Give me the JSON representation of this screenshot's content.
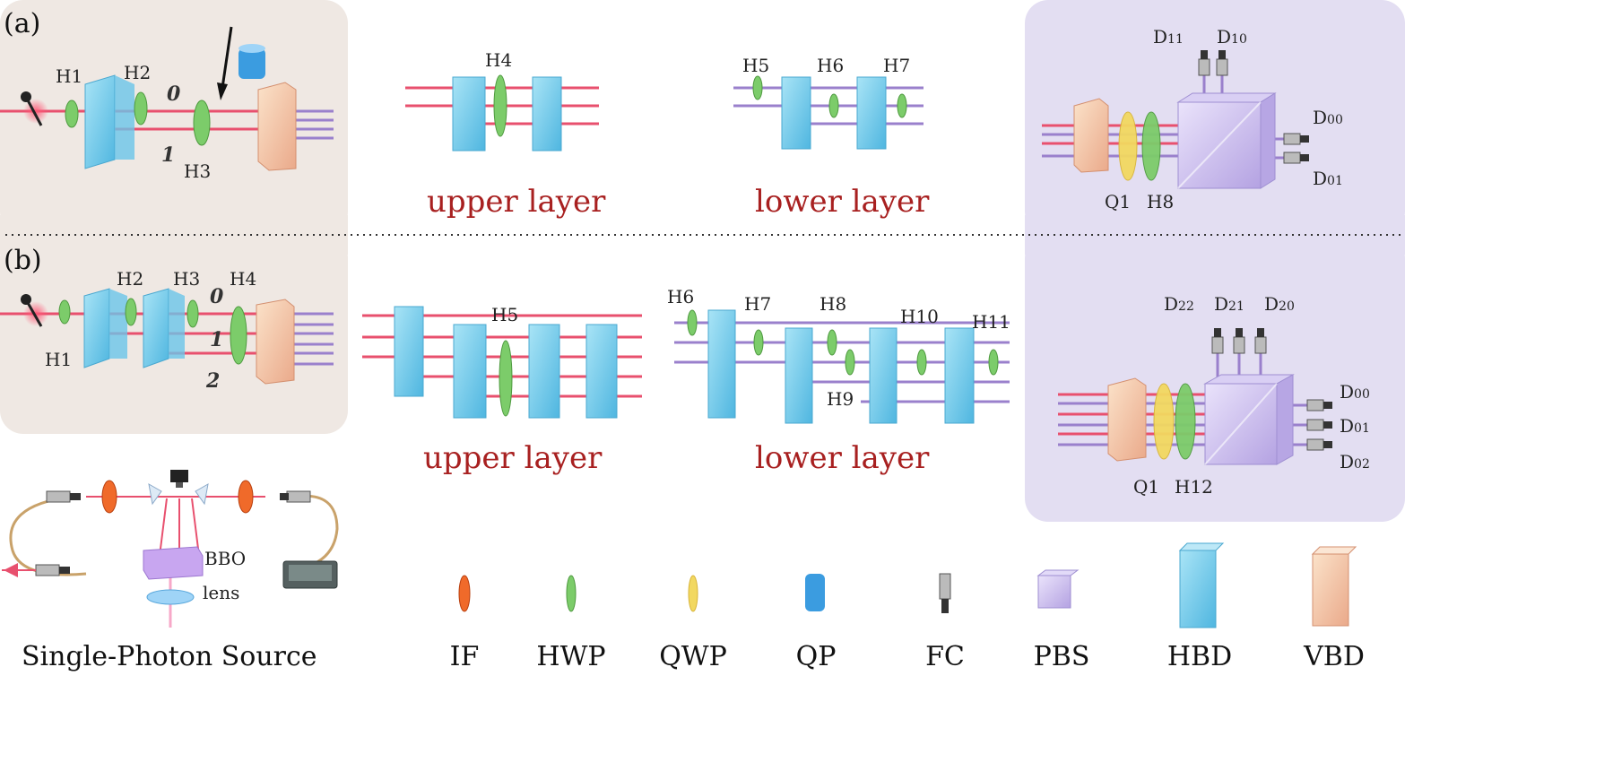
{
  "panel_a": {
    "tag": "(a)",
    "source": {
      "labels": [
        "H1",
        "H2",
        "H3"
      ],
      "paths": [
        "0",
        "1"
      ]
    },
    "upper_layer": {
      "title": "upper layer",
      "labels": [
        "H4"
      ]
    },
    "lower_layer": {
      "title": "lower layer",
      "labels": [
        "H5",
        "H6",
        "H7"
      ]
    },
    "measurement": {
      "labels": [
        "Q1",
        "H8"
      ],
      "detectors": [
        {
          "base": "D",
          "sub": "11"
        },
        {
          "base": "D",
          "sub": "10"
        },
        {
          "base": "D",
          "sub": "00"
        },
        {
          "base": "D",
          "sub": "01"
        }
      ]
    }
  },
  "panel_b": {
    "tag": "(b)",
    "source": {
      "labels": [
        "H1",
        "H2",
        "H3",
        "H4"
      ],
      "paths": [
        "0",
        "1",
        "2"
      ]
    },
    "upper_layer": {
      "title": "upper layer",
      "labels": [
        "H5"
      ]
    },
    "lower_layer": {
      "title": "lower layer",
      "labels": [
        "H6",
        "H7",
        "H8",
        "H9",
        "H10",
        "H11"
      ]
    },
    "measurement": {
      "labels": [
        "Q1",
        "H12"
      ],
      "detectors": [
        {
          "base": "D",
          "sub": "22"
        },
        {
          "base": "D",
          "sub": "21"
        },
        {
          "base": "D",
          "sub": "20"
        },
        {
          "base": "D",
          "sub": "00"
        },
        {
          "base": "D",
          "sub": "01"
        },
        {
          "base": "D",
          "sub": "02"
        }
      ]
    }
  },
  "photon_source": {
    "title": "Single-Photon Source",
    "crystal": "BBO",
    "lens": "lens"
  },
  "legend": [
    "IF",
    "HWP",
    "QWP",
    "QP",
    "FC",
    "PBS",
    "HBD",
    "VBD"
  ],
  "colors": {
    "red_beam": "#e8506e",
    "purple_beam": "#9a80cc",
    "hbd": "#7fd0ec",
    "hwp": "#7ccc6a",
    "qwp": "#f2d860",
    "vbd": "#f4c9a8",
    "pbs": "#c6b8ec",
    "left_panel_bg": "#efe8e3",
    "right_panel_bg": "#e3def2",
    "layer_text": "#a82020"
  }
}
